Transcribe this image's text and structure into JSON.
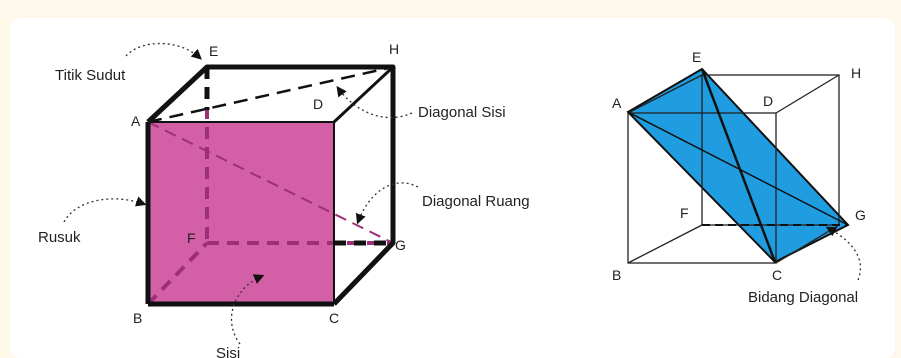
{
  "colors": {
    "background": "#fdf8ea",
    "panel": "#ffffff",
    "face_fill": "#d35fa6",
    "face_dash": "#9c3077",
    "plane_fill": "#1f9de0",
    "line": "#111111"
  },
  "left_cube": {
    "vertices": {
      "a": "A",
      "b": "B",
      "c": "C",
      "e": "E",
      "f": "F",
      "g": "G",
      "h": "H",
      "d": "D"
    },
    "annotations": {
      "titik_sudut": "Titik Sudut",
      "diagonal_sisi": "Diagonal Sisi",
      "diagonal_ruang": "Diagonal Ruang",
      "rusuk": "Rusuk",
      "sisi": "Sisi"
    }
  },
  "right_cube": {
    "vertices": {
      "a": "A",
      "b": "B",
      "c": "C",
      "e": "E",
      "f": "F",
      "g": "G",
      "h": "H",
      "d": "D"
    },
    "annotations": {
      "bidang_diagonal": "Bidang Diagonal"
    }
  }
}
